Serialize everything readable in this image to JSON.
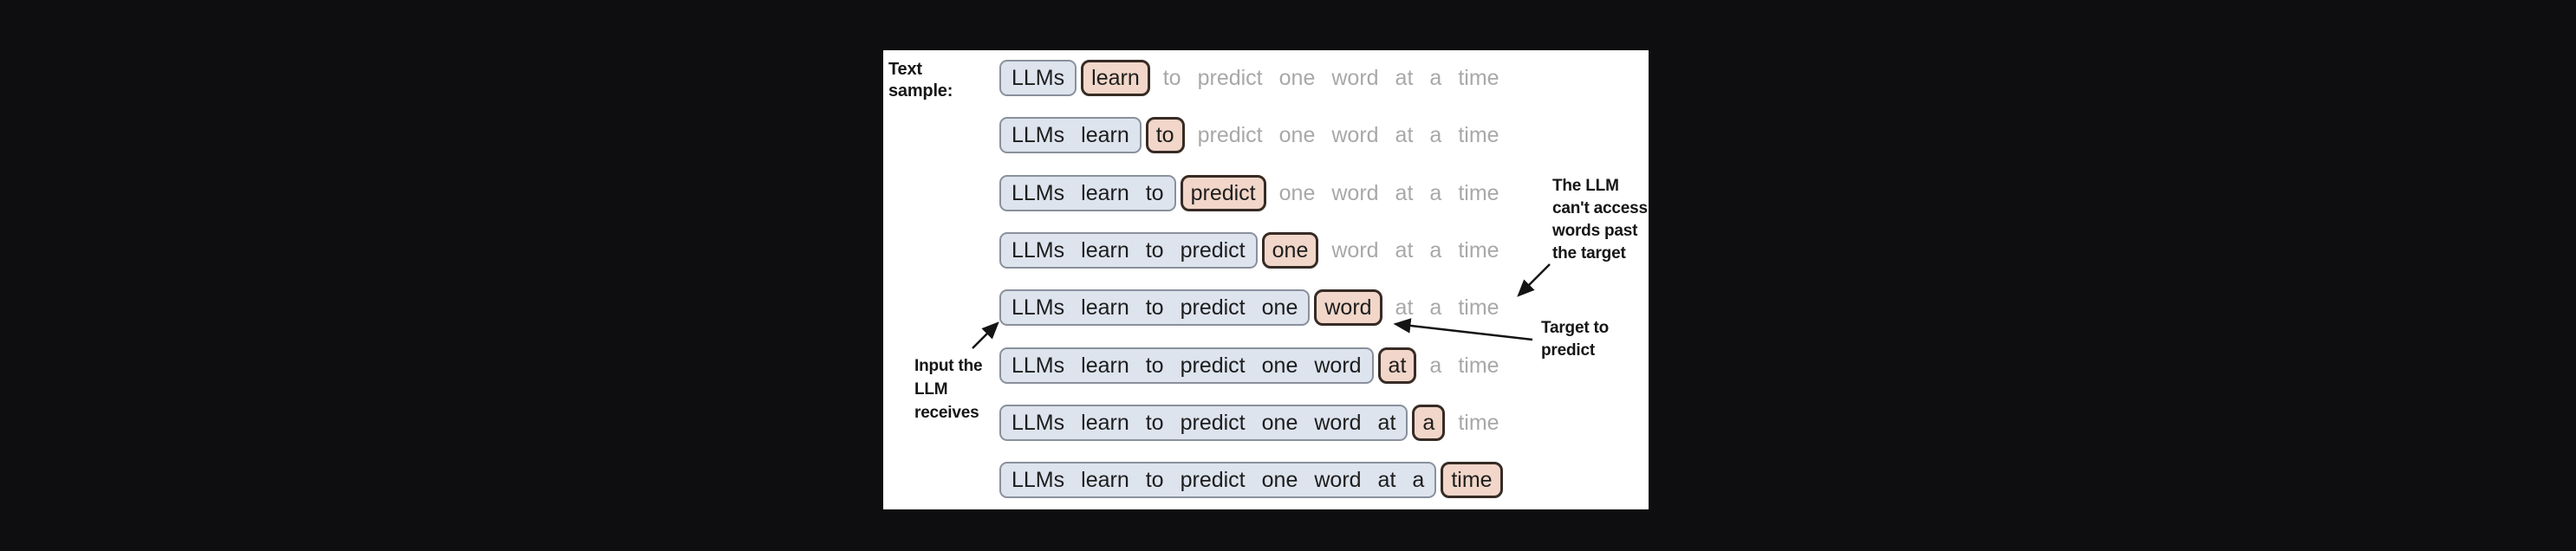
{
  "page": {
    "background": "#0e0e10",
    "panel_background": "#ffffff"
  },
  "colors": {
    "input-bg": "#dde4ee",
    "input-border": "#8a909c",
    "target-bg": "#f1d6c9",
    "target-border": "#372b25",
    "muted-text": "#a8a8a8",
    "ink": "#1d1d1d"
  },
  "diagram": {
    "corner_label": "Text\nsample:",
    "sentence": "LLMs learn to predict one word at a time",
    "rows": [
      {
        "input": [
          "LLMs"
        ],
        "target": "learn",
        "after": [
          "to",
          "predict",
          "one",
          "word",
          "at",
          "a",
          "time"
        ]
      },
      {
        "input": [
          "LLMs",
          "learn"
        ],
        "target": "to",
        "after": [
          "predict",
          "one",
          "word",
          "at",
          "a",
          "time"
        ]
      },
      {
        "input": [
          "LLMs",
          "learn",
          "to"
        ],
        "target": "predict",
        "after": [
          "one",
          "word",
          "at",
          "a",
          "time"
        ]
      },
      {
        "input": [
          "LLMs",
          "learn",
          "to",
          "predict"
        ],
        "target": "one",
        "after": [
          "word",
          "at",
          "a",
          "time"
        ]
      },
      {
        "input": [
          "LLMs",
          "learn",
          "to",
          "predict",
          "one"
        ],
        "target": "word",
        "after": [
          "at",
          "a",
          "time"
        ]
      },
      {
        "input": [
          "LLMs",
          "learn",
          "to",
          "predict",
          "one",
          "word"
        ],
        "target": "at",
        "after": [
          "a",
          "time"
        ]
      },
      {
        "input": [
          "LLMs",
          "learn",
          "to",
          "predict",
          "one",
          "word",
          "at"
        ],
        "target": "a",
        "after": [
          "time"
        ]
      },
      {
        "input": [
          "LLMs",
          "learn",
          "to",
          "predict",
          "one",
          "word",
          "at",
          "a"
        ],
        "target": "time",
        "after": []
      }
    ],
    "annotations": {
      "cant_access": "The LLM\ncan't access\nwords past\nthe target",
      "target_to_predict": "Target to\npredict",
      "input_received": "Input the\nLLM\nreceives"
    }
  }
}
